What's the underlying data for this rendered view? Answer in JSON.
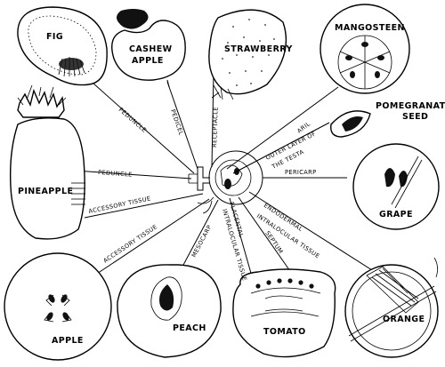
{
  "fruits": {
    "fig": "FIG",
    "cashew": "CASHEW",
    "cashew2": "APPLE",
    "strawberry": "STRAWBERRY",
    "mangosteen": "MANGOSTEEN",
    "pomegranate": "POMEGRANATE",
    "pomegranate2": "SEED",
    "pineapple": "PINEAPPLE",
    "grape": "GRAPE",
    "apple": "APPLE",
    "peach": "PEACH",
    "tomato": "TOMATO",
    "orange": "ORANGE"
  },
  "parts": {
    "peduncle_fig": "PEDUNCLE",
    "pedicel": "PEDICEL",
    "receptacle": "RECEPTACLE",
    "aril": "ARIL",
    "outer_testa_1": "OUTER LAYER OF",
    "outer_testa_2": "THE TESTA",
    "peduncle_pine": "PEDUNCLE",
    "pericarp": "PERICARP",
    "accessory_pine": "ACCESSORY TISSUE",
    "accessory_apple": "ACCESSORY TISSUE",
    "mesocarp": "MESOCARP",
    "placental": "PLACENTAL",
    "intralocular_1": "INTRALOCULAR TISSUE",
    "septum": "SEPTUM",
    "endodermal": "ENDODERMAL",
    "intralocular_2": "INTRALOCULAR TISSUE"
  }
}
